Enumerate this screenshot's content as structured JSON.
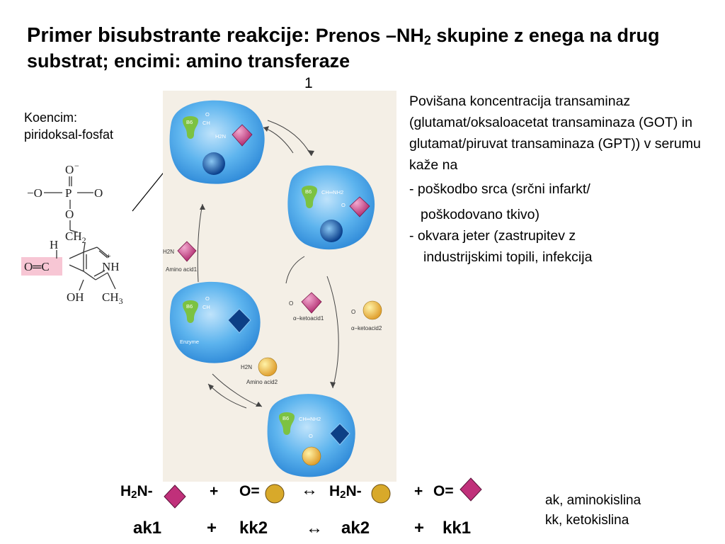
{
  "title": {
    "part1": "Primer bisubstrante reakcije: ",
    "part2": "Prenos –NH",
    "sub": "2",
    "part3": " skupine z enega na drug substrat; encimi: amino transferaze"
  },
  "slide_number": "1",
  "coenzyme": {
    "line1": "Koencim:",
    "line2": "piridoksal-fosfat"
  },
  "structure_atoms": {
    "o_top": "O",
    "o_top_charge": "−",
    "o_left": "−O",
    "p": "P",
    "o_right": "O",
    "o_bridge": "O",
    "ch2": "CH",
    "ch2_sub": "2",
    "h": "H",
    "aldehyde": "O═C",
    "nh": "NH",
    "nh_charge": "+",
    "oh": "OH",
    "ch3": "CH",
    "ch3_sub": "3"
  },
  "cycle_labels": {
    "b6": "B6",
    "ch": "CH",
    "ch_nh2": "CH═NH2",
    "h2n": "H2N",
    "o": "O",
    "amino_acid1": "Amino acid1",
    "amino_acid2": "Amino acid2",
    "ketoacid1": "α–ketoacid1",
    "ketoacid2": "α–ketoacid2",
    "enzyme": "Enzyme"
  },
  "right_text": {
    "para": "Povišana koncentracija transaminaz (glutamat/oksaloacetat transaminaza (GOT) in glutamat/piruvat transaminaza (GPT))  v serumu kaže na",
    "item1a": "- poškodbo srca (srčni infarkt/",
    "item1b": "poškodovano tkivo)",
    "item2a": "- okvara jeter (zastrupitev z",
    "item2b": "industrijskimi topili, infekcija"
  },
  "equation": {
    "h2n_a": "H",
    "h2n_sub": "2",
    "h2n_b": "N-",
    "plus": "+",
    "o_eq": "O=",
    "arrow": "↔",
    "ak1": "ak1",
    "kk2": "kk2",
    "ak2": "ak2",
    "kk1": "kk1"
  },
  "legend": {
    "ak": "ak, aminokislina",
    "kk": "kk, ketokislina"
  },
  "colors": {
    "cell_blue": "#3a9be0",
    "diamond_magenta": "#c0307a",
    "circle_gold": "#d8a92a",
    "b6_green": "#7cc242",
    "highlight_pink": "#f7c6d4"
  }
}
